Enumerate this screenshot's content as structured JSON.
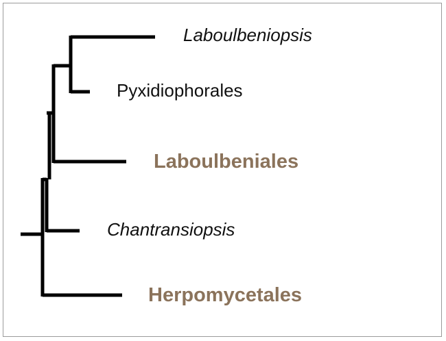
{
  "colors": {
    "branch": "#000000",
    "highlight_label": "#8b735b",
    "plain_label": "#111111",
    "frame_border": "#9a9a9a"
  },
  "taxa": {
    "laboulbeniopsis": {
      "name": "Laboulbeniopsis",
      "italic": true,
      "bold": false
    },
    "pyxidiophorales": {
      "name": "Pyxidiophorales",
      "italic": false,
      "bold": false
    },
    "laboulbeniales": {
      "name": "Laboulbeniales",
      "italic": false,
      "bold": true
    },
    "chantransiopsis": {
      "name": "Chantransiopsis",
      "italic": true,
      "bold": false
    },
    "herpomycetales": {
      "name": "Herpomycetales",
      "italic": false,
      "bold": true
    }
  }
}
